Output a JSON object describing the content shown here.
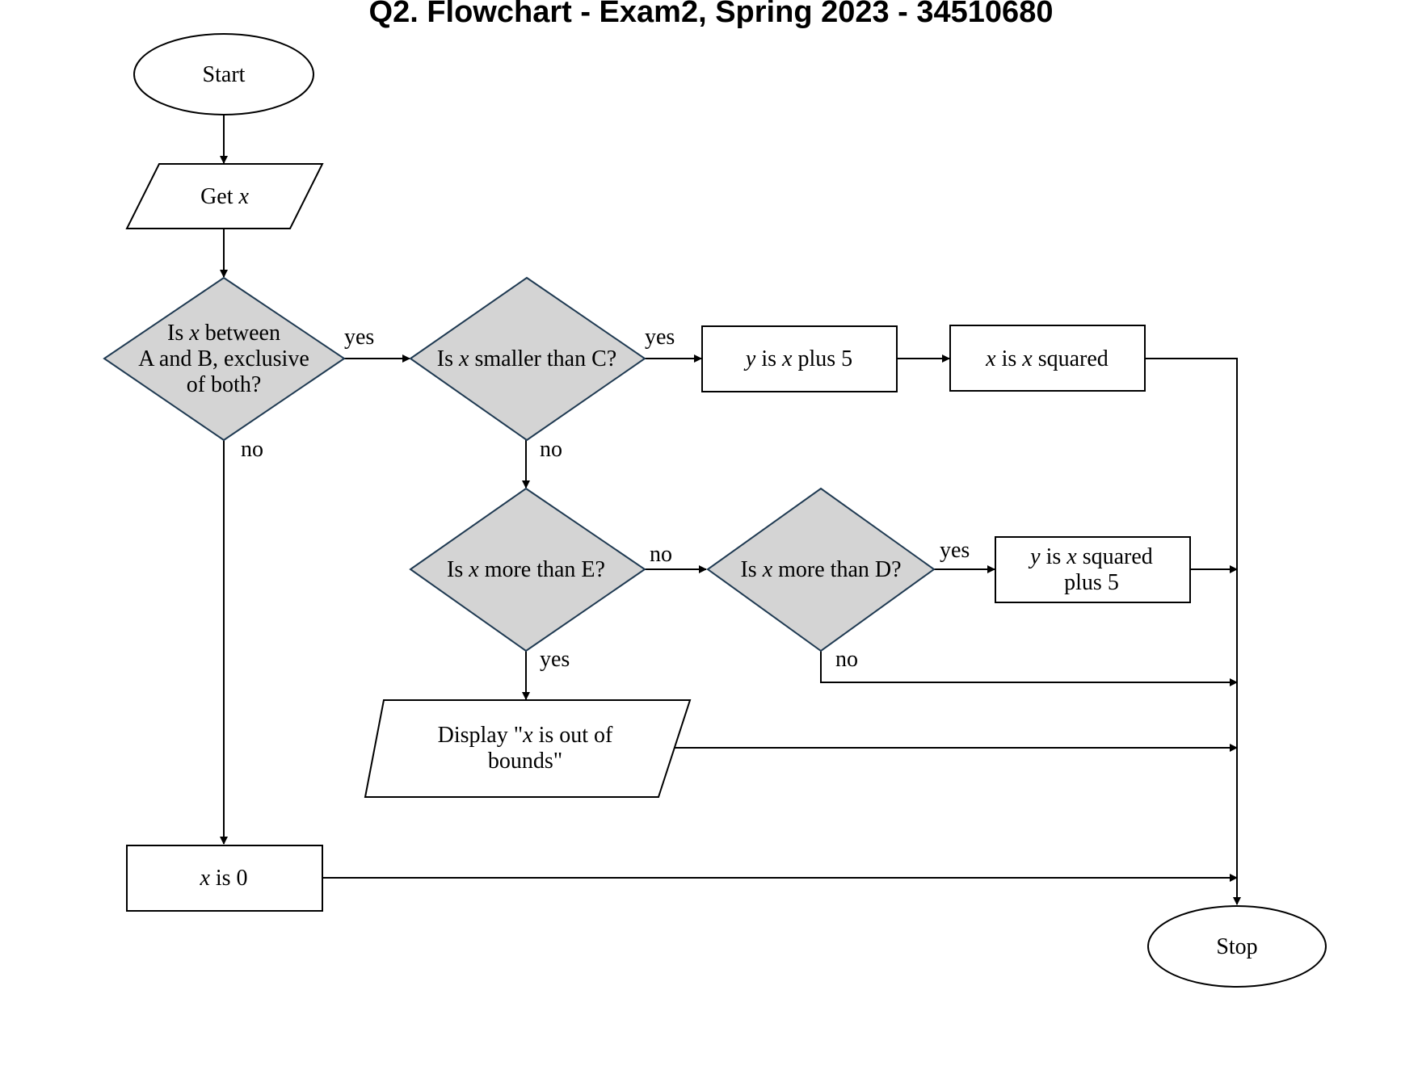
{
  "title": "Q2. Flowchart - Exam2, Spring 2023 - 34510680",
  "nodes": {
    "start": {
      "lines": [
        [
          "Start"
        ]
      ]
    },
    "get_x": {
      "lines": [
        [
          "Get ",
          {
            "i": "x"
          }
        ]
      ]
    },
    "d1": {
      "lines": [
        [
          "Is ",
          {
            "i": "x"
          },
          " between"
        ],
        [
          "A and B, exclusive"
        ],
        [
          "of both?"
        ]
      ]
    },
    "d2": {
      "lines": [
        [
          "Is ",
          {
            "i": "x"
          },
          " smaller than C?"
        ]
      ]
    },
    "p_y_plus5": {
      "lines": [
        [
          {
            "i": "y"
          },
          " is ",
          {
            "i": "x"
          },
          " plus 5"
        ]
      ]
    },
    "p_x_squared": {
      "lines": [
        [
          {
            "i": "x"
          },
          " is ",
          {
            "i": "x"
          },
          " squared"
        ]
      ]
    },
    "d3": {
      "lines": [
        [
          "Is ",
          {
            "i": "x"
          },
          " more than E?"
        ]
      ]
    },
    "d4": {
      "lines": [
        [
          "Is ",
          {
            "i": "x"
          },
          " more than D?"
        ]
      ]
    },
    "p_y_sq_plus5": {
      "lines": [
        [
          {
            "i": "y"
          },
          " is ",
          {
            "i": "x"
          },
          " squared"
        ],
        [
          "plus 5"
        ]
      ]
    },
    "display": {
      "lines": [
        [
          "Display \"",
          {
            "i": "x"
          },
          " is out of"
        ],
        [
          "bounds\""
        ]
      ]
    },
    "p_x_zero": {
      "lines": [
        [
          {
            "i": "x"
          },
          " is 0"
        ]
      ]
    },
    "stop": {
      "lines": [
        [
          "Stop"
        ]
      ]
    }
  },
  "edge_labels": {
    "d1_yes": "yes",
    "d1_no": "no",
    "d2_yes": "yes",
    "d2_no": "no",
    "d3_no": "no",
    "d3_yes": "yes",
    "d4_yes": "yes",
    "d4_no": "no"
  }
}
